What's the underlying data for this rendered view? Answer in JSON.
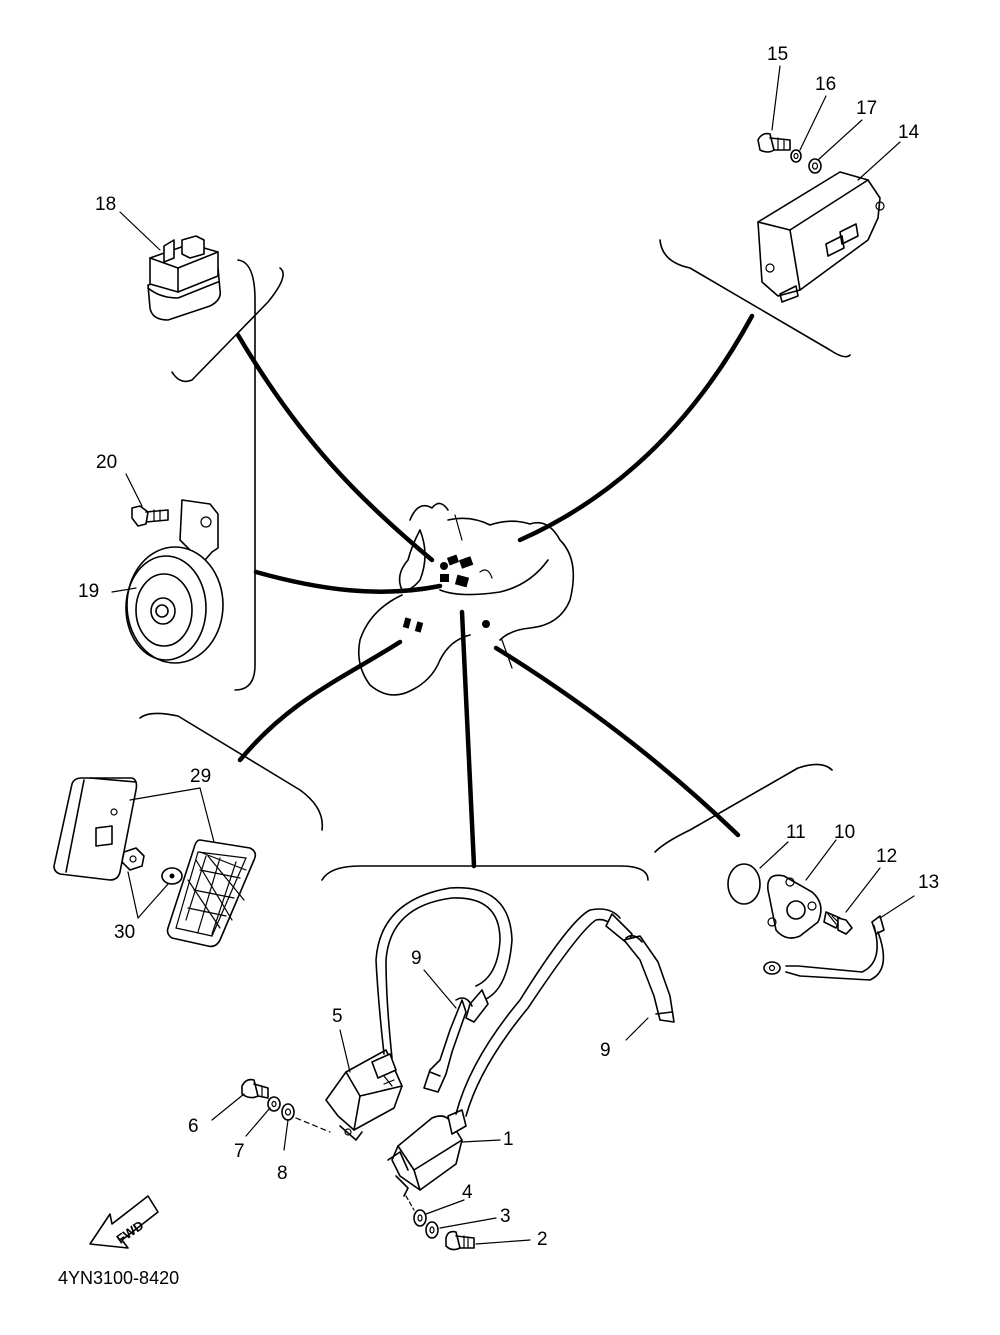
{
  "diagram": {
    "drawing_code": "4YN3100-8420",
    "fwd_label": "FWD",
    "callouts": {
      "c1": "1",
      "c2": "2",
      "c3": "3",
      "c4": "4",
      "c5": "5",
      "c6": "6",
      "c7": "7",
      "c8": "8",
      "c9a": "9",
      "c9b": "9",
      "c10": "10",
      "c11": "11",
      "c12": "12",
      "c13": "13",
      "c14": "14",
      "c15": "15",
      "c16": "16",
      "c17": "17",
      "c18": "18",
      "c19": "19",
      "c20": "20",
      "c29": "29",
      "c30": "30"
    }
  }
}
